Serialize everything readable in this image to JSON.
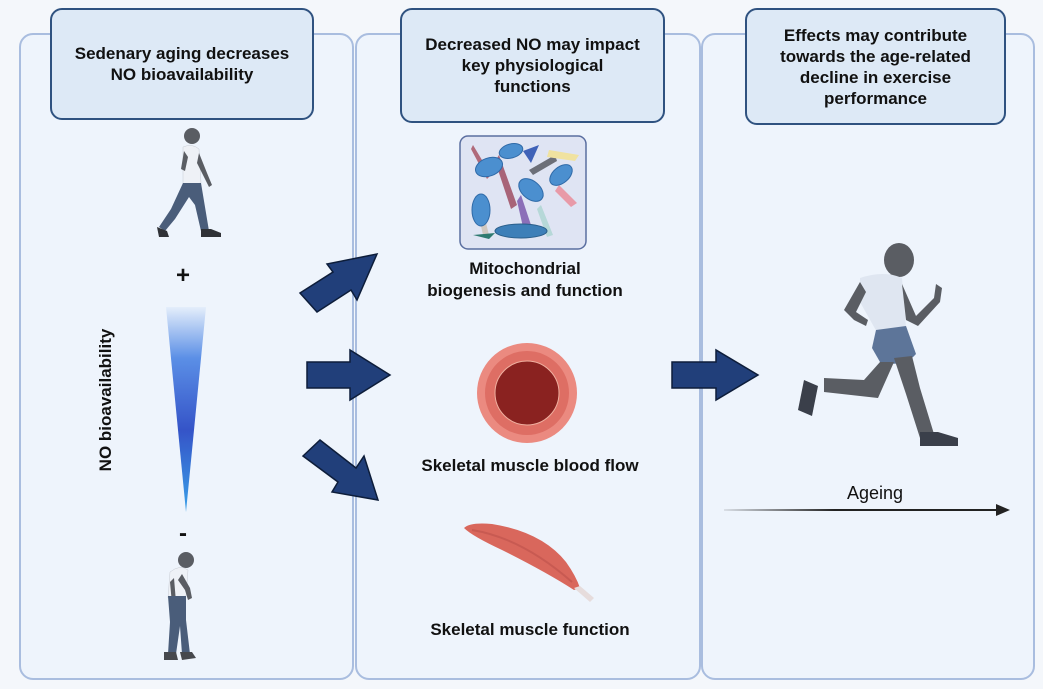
{
  "panels": [
    {
      "id": "aging",
      "header": "Sedenary aging decreases\nNO bioavailability",
      "axis_label": "NO bioavailability",
      "high_sign": "+",
      "low_sign": "-",
      "icons": [
        "young-walking-person-icon",
        "no-gradient-wedge-icon",
        "elderly-stooped-person-icon"
      ]
    },
    {
      "id": "functions",
      "header": "Decreased NO may impact\nkey physiological\nfunctions",
      "items": [
        {
          "label": "Mitochondrial\nbiogenesis and function",
          "icon": "mitochondria-icon"
        },
        {
          "label": "Skeletal muscle blood flow",
          "icon": "blood-vessel-cross-section-icon"
        },
        {
          "label": "Skeletal muscle function",
          "icon": "skeletal-muscle-icon"
        }
      ]
    },
    {
      "id": "effects",
      "header": "Effects may contribute\ntowards the age-related\ndecline in exercise\nperformance",
      "icon": "running-person-icon",
      "timeline_label": "Ageing"
    }
  ],
  "colors": {
    "panel_bg": "#eef4fc",
    "panel_border": "#a9bddf",
    "header_bg": "#dde9f6",
    "header_border": "#2f5280",
    "arrow_fill": "#213f7a",
    "gradient_top": "#e4eefb",
    "gradient_mid": "#3554c8",
    "gradient_bottom": "#3aa0e8",
    "vessel_outer": "#e8837a",
    "vessel_lumen": "#8a2220",
    "muscle": "#d9675c"
  }
}
